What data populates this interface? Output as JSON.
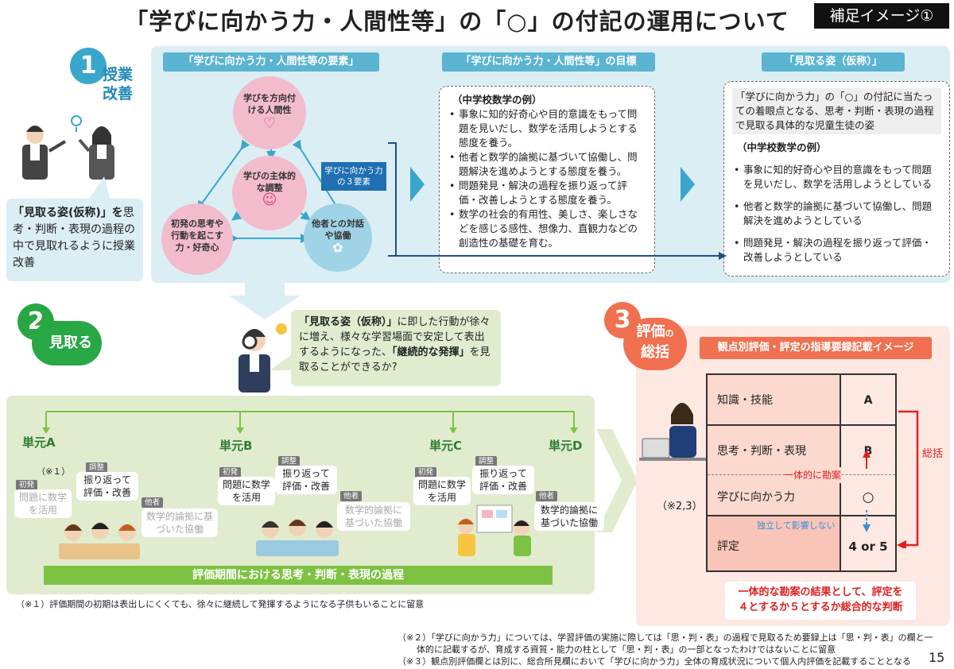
{
  "header": {
    "title": "「学びに向かう力・人間性等」の「○」の付記の運用について",
    "tag": "補足イメージ①"
  },
  "sec1": {
    "num": "1",
    "label1": "授業",
    "label2": "改善",
    "bubble_bold": "「見取る姿(仮称)」を",
    "bubble_rest": "思考・判断・表現の過程の中で見取れるように授業改善",
    "hdr_elements": "「学びに向かう力・人間性等の要素」",
    "hdr_goal": "「学びに向かう力・人間性等」の目標",
    "hdr_observe": "「見取る姿（仮称）」",
    "circle_top": "学びを方向付ける人間性",
    "circle_mid": "学びの主体的な調整",
    "circle_left": "初発の思考や行動を起こす力・好奇心",
    "circle_right": "他者との対話や協働",
    "three_elements": "学びに向かう力の３要素",
    "goal_sub": "（中学校数学の例）",
    "goal_items": [
      "事象に知的好奇心や目的意識をもって問題を見いだし、数学を活用しようとする態度を養う。",
      "他者と数学的論拠に基づいて協働し、問題解決を進めようとする態度を養う。",
      "問題発見・解決の過程を振り返って評価・改善しようとする態度を養う。",
      "数学の社会的有用性、美しさ、楽しさなどを感じる感性、想像力、直観力などの創造性の基礎を育む。"
    ],
    "observe_note": "「学びに向かう力」の「○」の付記に当たっての着眼点となる、思考・判断・表現の過程で見取る具体的な児童生徒の姿",
    "observe_sub": "（中学校数学の例）",
    "observe_items": [
      "事象に知的好奇心や目的意識をもって問題を見いだし、数学を活用しようとしている",
      "他者と数学的論拠に基づいて協働し、問題解決を進めようとしている",
      "問題発見・解決の過程を振り返って評価・改善しようとしている"
    ]
  },
  "sec2": {
    "num": "2",
    "label": "見取る",
    "speech_b1": "「見取る姿（仮称）」",
    "speech_t1": "に即した行動が徐々に増え、様々な学習場面で安定して表出するようになった、",
    "speech_b2": "「継続的な発揮」",
    "speech_t2": "を見取ることができるか?",
    "units": [
      "単元A",
      "単元B",
      "単元C",
      "単元D"
    ],
    "note_a": "（※１）",
    "tag_shohatsu": "初発",
    "tag_chosei": "調整",
    "tag_tasha": "他者",
    "chip_math": "問題に数学を活用",
    "chip_reflect": "振り返って評価・改善",
    "chip_collab": "数学的論拠に基づいた協働",
    "period": "評価期間における思考・判断・表現の過程",
    "footnote1": "（※１）評価期間の初期は表出しにくくても、徐々に継続して発揮するようになる子供もいることに留意"
  },
  "sec3": {
    "num": "3",
    "label1": "評価",
    "label_no": "の",
    "label2": "総括",
    "hdr": "観点別評価・評定の指導要録記載イメージ",
    "note": "（※2,3）",
    "rows": [
      {
        "label": "知識・技能",
        "value": "A"
      },
      {
        "label": "思考・判断・表現",
        "value": "B"
      },
      {
        "label": "学びに向かう力",
        "value": "○"
      },
      {
        "label": "評定",
        "value": "4 or 5"
      }
    ],
    "ittai": "一体的に勘案",
    "dokuritsu": "独立して影響しない",
    "sokatsu": "総括",
    "red_note1": "一体的な勘案の結果として、評定を",
    "red_note2": "４とするか５とするか総合的な判断"
  },
  "footer": {
    "fn2a": "（※２）「学びに向かう力」については、学習評価の実施に際しては「思・判・表」の過程で見取るため要録上は「思・判・表」の欄と一",
    "fn2b": "体的に記載するが、育成する資質・能力の柱として「思・判・表」の一部となったわけではないことに留意",
    "fn3": "（※３）観点別評価欄とは別に、総合所見欄において「学びに向かう力」全体の育成状況について個人内評価を記載することとなる",
    "page": "15"
  },
  "colors": {
    "blue": "#5ab4d2",
    "green": "#28a745",
    "orange": "#f07050",
    "pink": "#f2bccd"
  }
}
